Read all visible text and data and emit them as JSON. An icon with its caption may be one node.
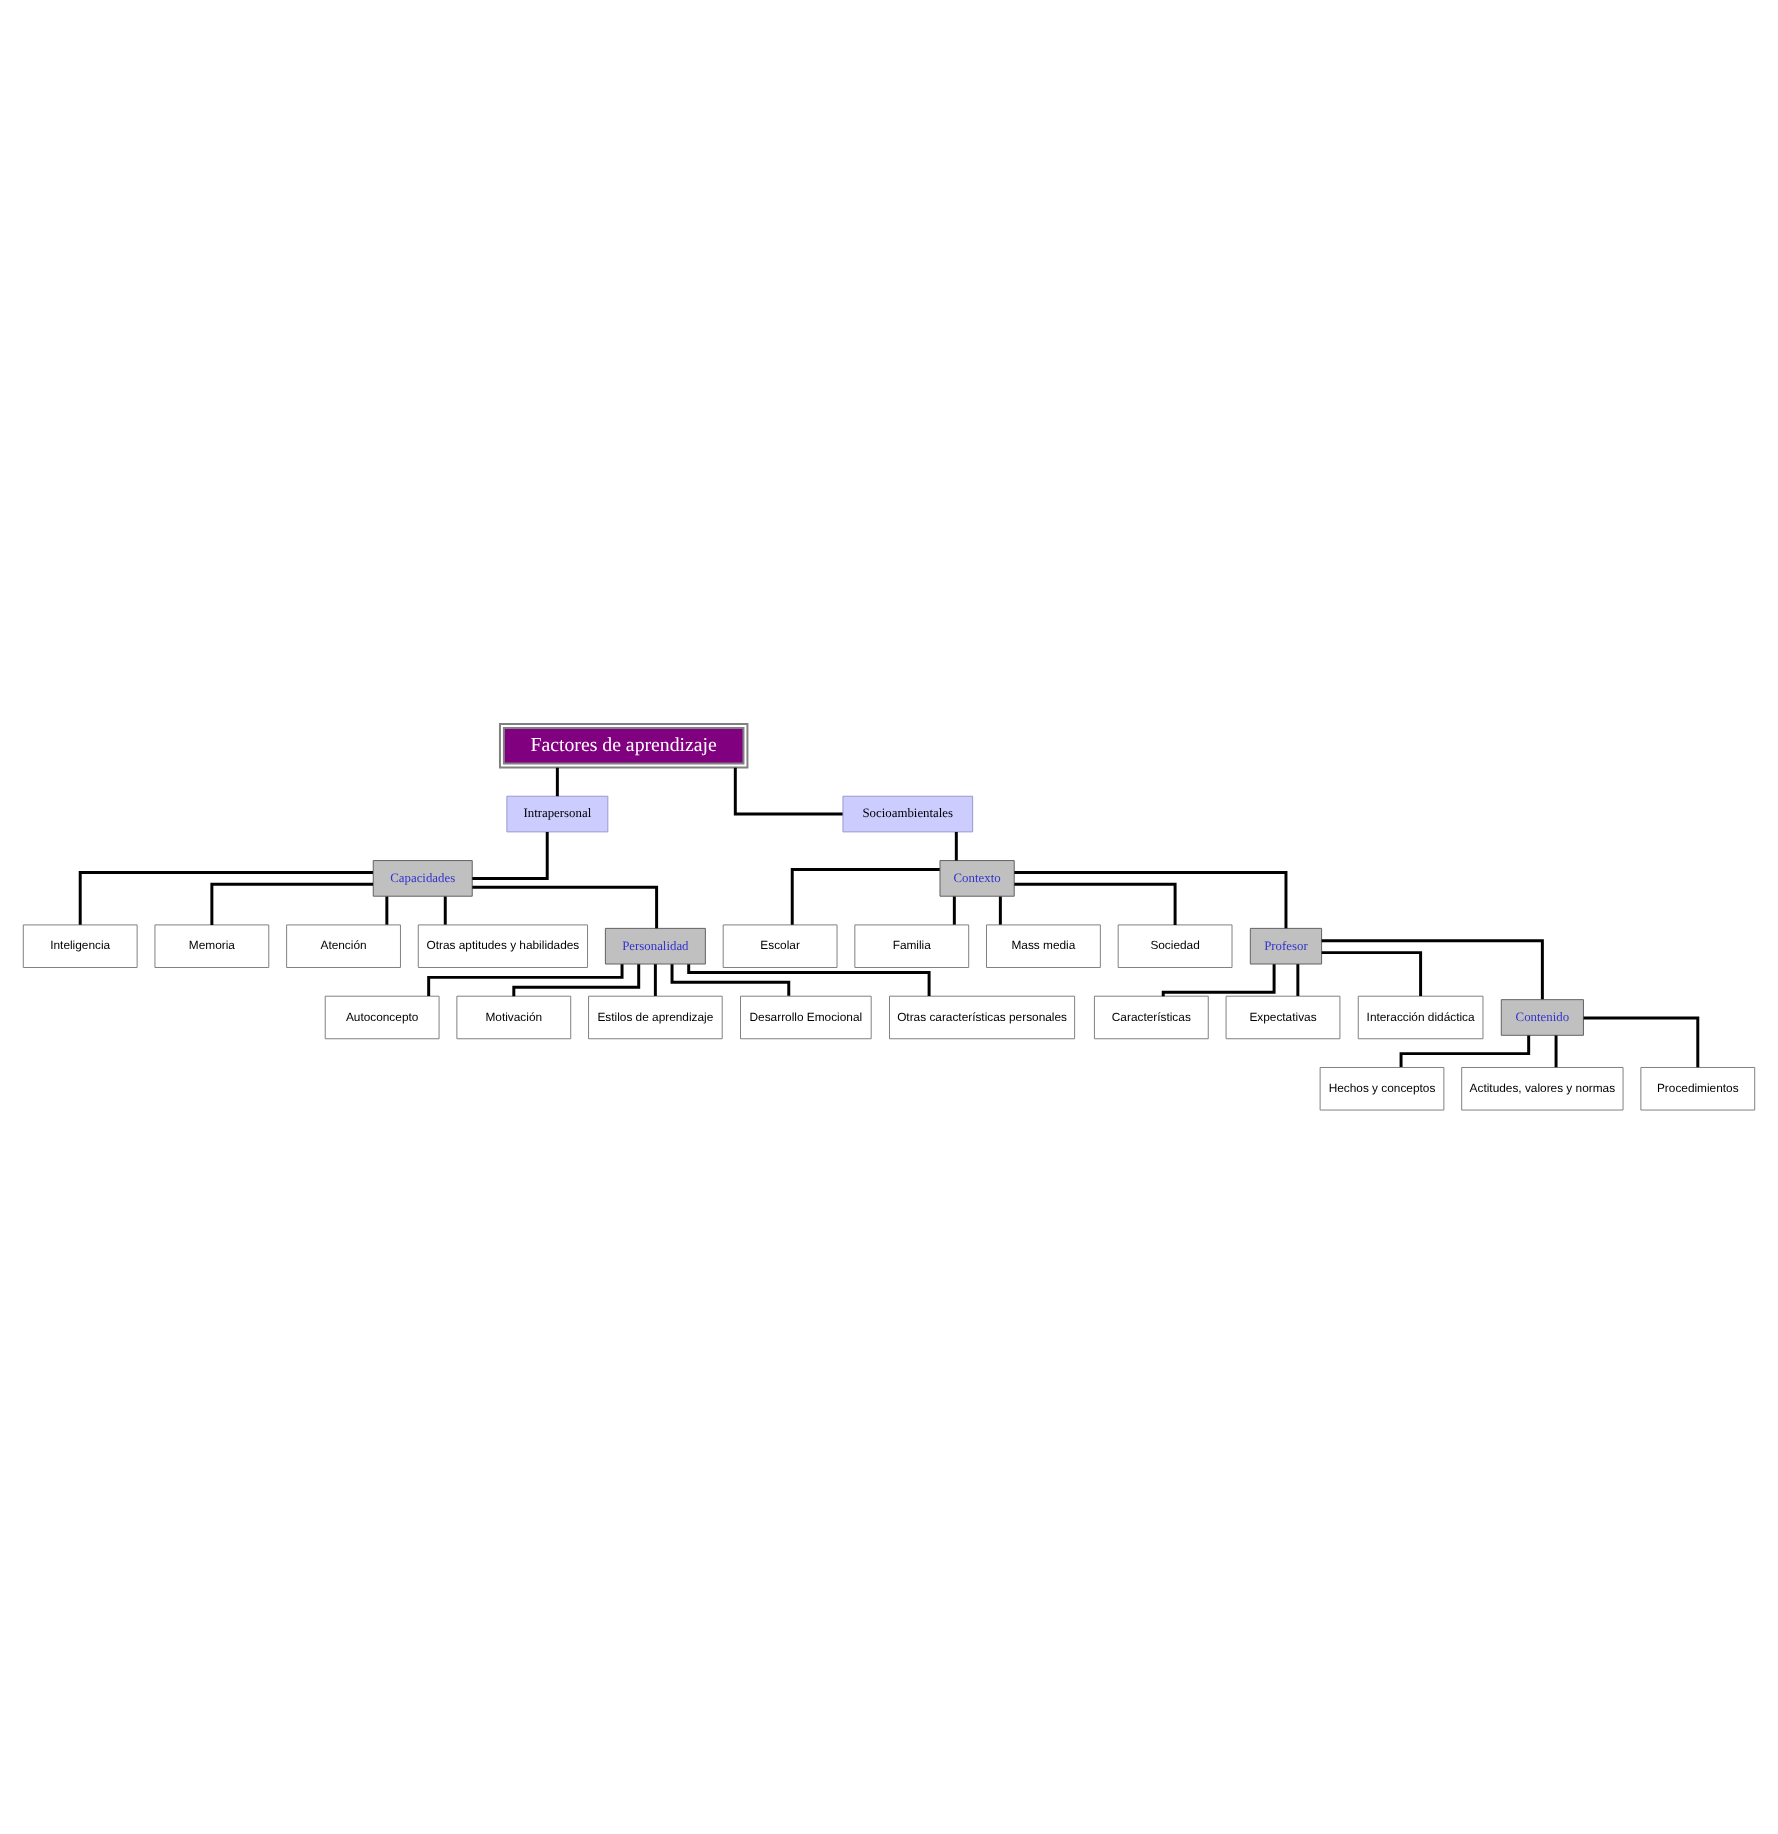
{
  "diagram": {
    "nodes": [
      {
        "text": [
          "Factores de aprendizaje"
        ]
      },
      {
        "text": [
          "Intrapersonal"
        ]
      },
      {
        "text": [
          "Socioambientales"
        ]
      },
      {
        "text": [
          "Capacidades"
        ]
      },
      {
        "text": [
          "Inteligencia"
        ]
      },
      {
        "text": [
          "Memoria"
        ]
      },
      {
        "text": [
          "Atención"
        ]
      },
      {
        "text": [
          "Otras aptitudes y habilidades"
        ]
      },
      {
        "text": [
          "Personalidad"
        ]
      },
      {
        "text": [
          "Autoconcepto"
        ]
      },
      {
        "text": [
          "Motivación"
        ]
      },
      {
        "text": [
          "Estilos de aprendizaje"
        ]
      },
      {
        "text": [
          "Desarrollo Emocional"
        ]
      },
      {
        "text": [
          "Otras características personales"
        ]
      },
      {
        "text": [
          "Contexto"
        ]
      },
      {
        "text": [
          "Escolar"
        ]
      },
      {
        "text": [
          "Familia"
        ]
      },
      {
        "text": [
          "Mass media"
        ]
      },
      {
        "text": [
          "Sociedad"
        ]
      },
      {
        "text": [
          "Profesor"
        ]
      },
      {
        "text": [
          "Características"
        ]
      },
      {
        "text": [
          "Expectativas"
        ]
      },
      {
        "text": [
          "Interacción didáctica"
        ]
      },
      {
        "text": [
          "Contenido"
        ]
      },
      {
        "text": [
          "Hechos y conceptos"
        ]
      },
      {
        "text": [
          "Actitudes, valores y normas"
        ]
      },
      {
        "text": [
          "Procedimientos"
        ]
      }
    ],
    "edges": [
      {
        "from": 0,
        "to": 1,
        "arrow": "none"
      },
      {
        "from": 0,
        "to": 2,
        "arrow": "none"
      },
      {
        "from": 1,
        "to": 3,
        "arrow": "none"
      },
      {
        "from": 3,
        "to": 4,
        "arrow": "none"
      },
      {
        "from": 3,
        "to": 5,
        "arrow": "none"
      },
      {
        "from": 3,
        "to": 6,
        "arrow": "none"
      },
      {
        "from": 3,
        "to": 7,
        "arrow": "none"
      },
      {
        "from": 3,
        "to": 8,
        "arrow": "none"
      },
      {
        "from": 8,
        "to": 9,
        "arrow": "none"
      },
      {
        "from": 8,
        "to": 10,
        "arrow": "none"
      },
      {
        "from": 8,
        "to": 11,
        "arrow": "none"
      },
      {
        "from": 8,
        "to": 12,
        "arrow": "none"
      },
      {
        "from": 8,
        "to": 13,
        "arrow": "none"
      },
      {
        "from": 2,
        "to": 14,
        "arrow": "none"
      },
      {
        "from": 14,
        "to": 15,
        "arrow": "none"
      },
      {
        "from": 14,
        "to": 16,
        "arrow": "none"
      },
      {
        "from": 14,
        "to": 17,
        "arrow": "none"
      },
      {
        "from": 14,
        "to": 18,
        "arrow": "none"
      },
      {
        "from": 14,
        "to": 19,
        "arrow": "none"
      },
      {
        "from": 19,
        "to": 20,
        "arrow": "none"
      },
      {
        "from": 19,
        "to": 21,
        "arrow": "none"
      },
      {
        "from": 19,
        "to": 22,
        "arrow": "none"
      },
      {
        "from": 19,
        "to": 23,
        "arrow": "none"
      },
      {
        "from": 23,
        "to": 24,
        "arrow": "none"
      },
      {
        "from": 23,
        "to": 25,
        "arrow": "none"
      },
      {
        "from": 23,
        "to": 26,
        "arrow": "none"
      }
    ]
  }
}
